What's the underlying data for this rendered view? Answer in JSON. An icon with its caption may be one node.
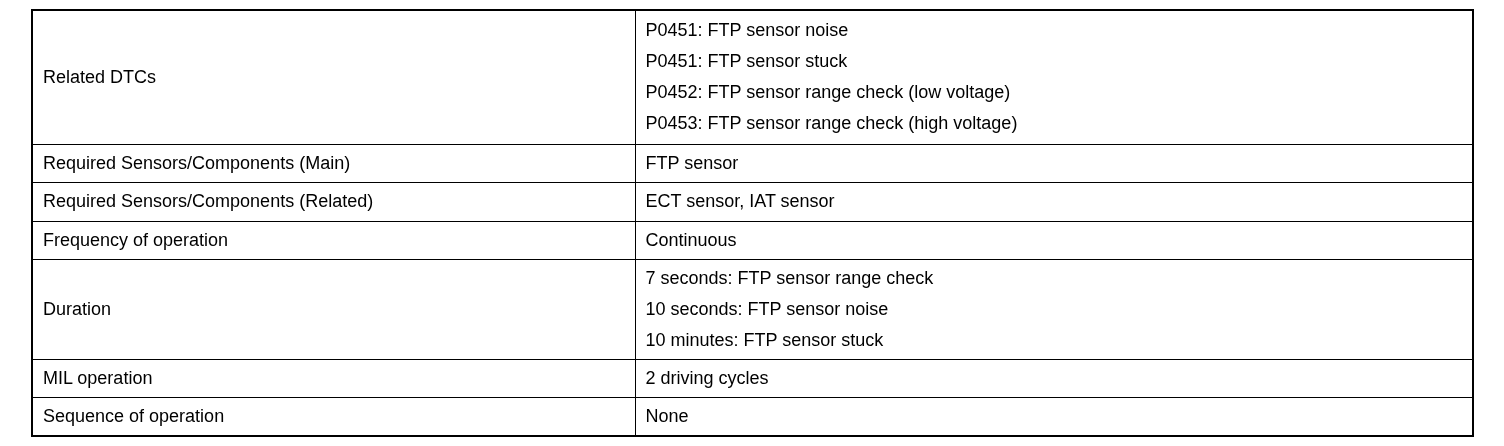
{
  "diagram": {
    "labels": [
      "Related DTCs",
      "P0451: FTP sensor noise",
      "P0451: FTP sensor stuck",
      "P0452: FTP sensor range check (low voltage)",
      "P0453: FTP sensor range check (high voltage)",
      "Required Sensors/Components (Main)",
      "FTP sensor",
      "Required Sensors/Components (Related)",
      "ECT sensor, IAT sensor",
      "Frequency of operation",
      "Continuous",
      "Duration",
      "7 seconds: FTP sensor range check",
      "10 seconds: FTP sensor noise",
      "10 minutes: FTP sensor stuck",
      "MIL operation",
      "2 driving cycles",
      "Sequence of operation",
      "None"
    ]
  }
}
